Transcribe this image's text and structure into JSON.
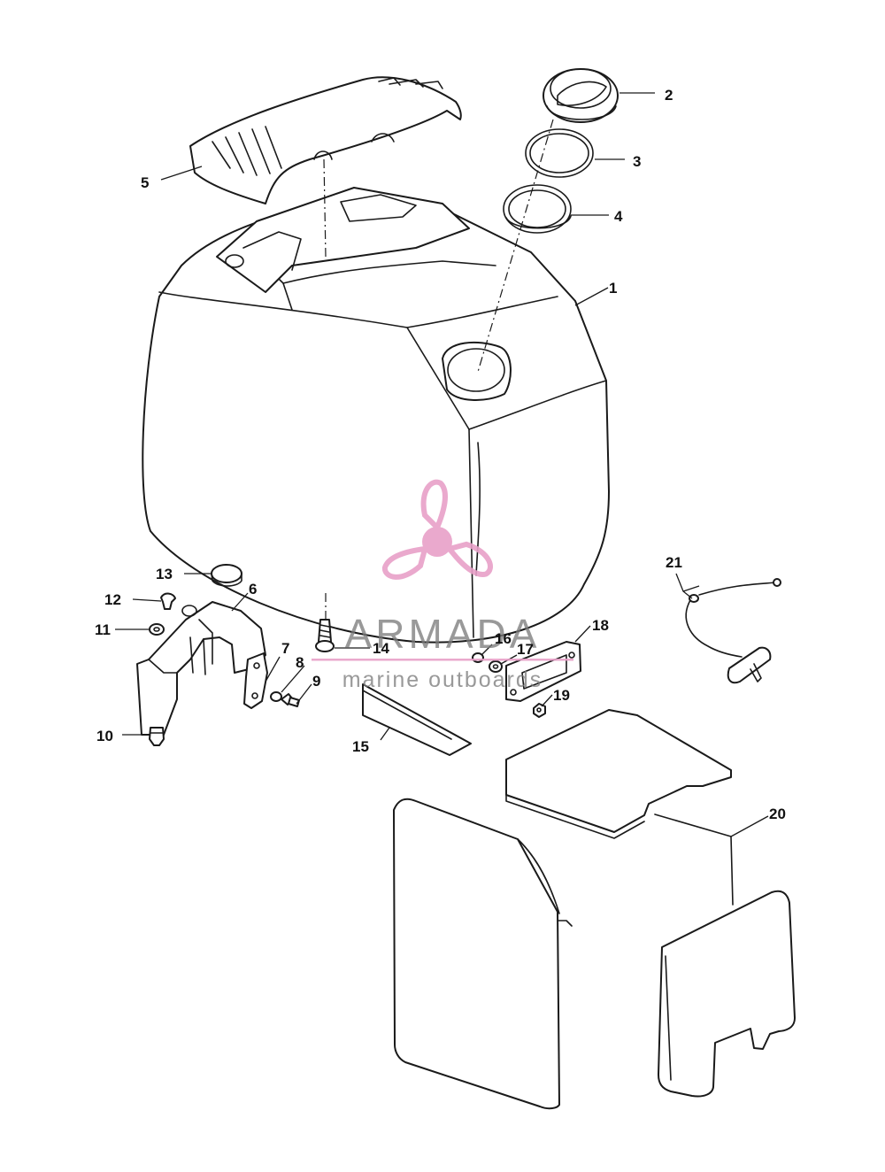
{
  "callouts": [
    {
      "id": "1",
      "label": "1"
    },
    {
      "id": "2",
      "label": "2"
    },
    {
      "id": "3",
      "label": "3"
    },
    {
      "id": "4",
      "label": "4"
    },
    {
      "id": "5",
      "label": "5"
    },
    {
      "id": "6",
      "label": "6"
    },
    {
      "id": "7",
      "label": "7"
    },
    {
      "id": "8",
      "label": "8"
    },
    {
      "id": "9",
      "label": "9"
    },
    {
      "id": "10",
      "label": "10"
    },
    {
      "id": "11",
      "label": "11"
    },
    {
      "id": "12",
      "label": "12"
    },
    {
      "id": "13",
      "label": "13"
    },
    {
      "id": "14",
      "label": "14"
    },
    {
      "id": "15",
      "label": "15"
    },
    {
      "id": "16",
      "label": "16"
    },
    {
      "id": "17",
      "label": "17"
    },
    {
      "id": "18",
      "label": "18"
    },
    {
      "id": "19",
      "label": "19"
    },
    {
      "id": "20",
      "label": "20"
    },
    {
      "id": "21",
      "label": "21"
    }
  ],
  "watermark": {
    "brand": "ARMADA",
    "tagline": "marine outboards",
    "logo_icon": "propeller-icon",
    "logo_color": "#e8a0c8"
  }
}
